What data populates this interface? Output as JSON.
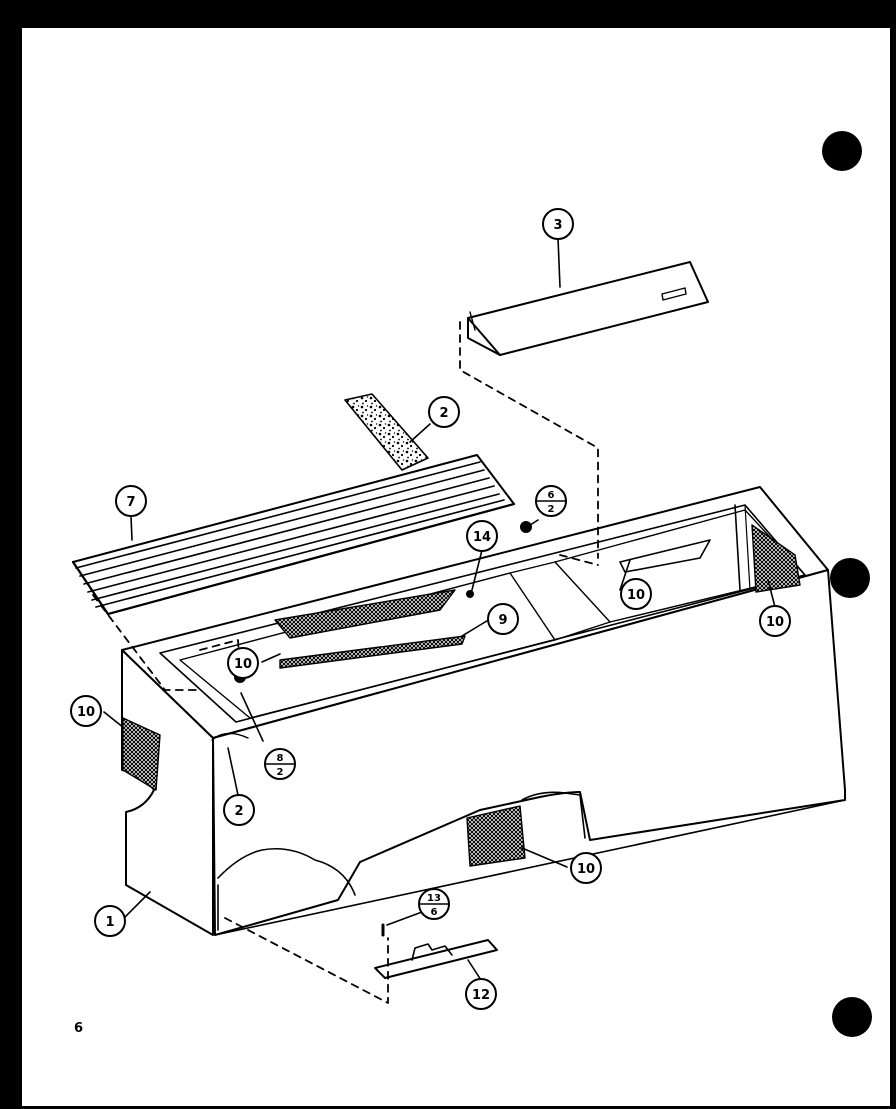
{
  "callouts": {
    "c1": "1",
    "c2_strip": "2",
    "c2_side": "2",
    "c3": "3",
    "c7": "7",
    "c9": "9",
    "c10_left_side": "10",
    "c10_top_left": "10",
    "c10_top_right": "10",
    "c10_corner": "10",
    "c10_front": "10",
    "c12": "12",
    "c14": "14"
  },
  "fractions": {
    "f_top": {
      "num": "6",
      "den": "2"
    },
    "f_side": {
      "num": "8",
      "den": "2"
    },
    "f_bottom": {
      "num": "13",
      "den": "6"
    }
  },
  "page_number": "6"
}
